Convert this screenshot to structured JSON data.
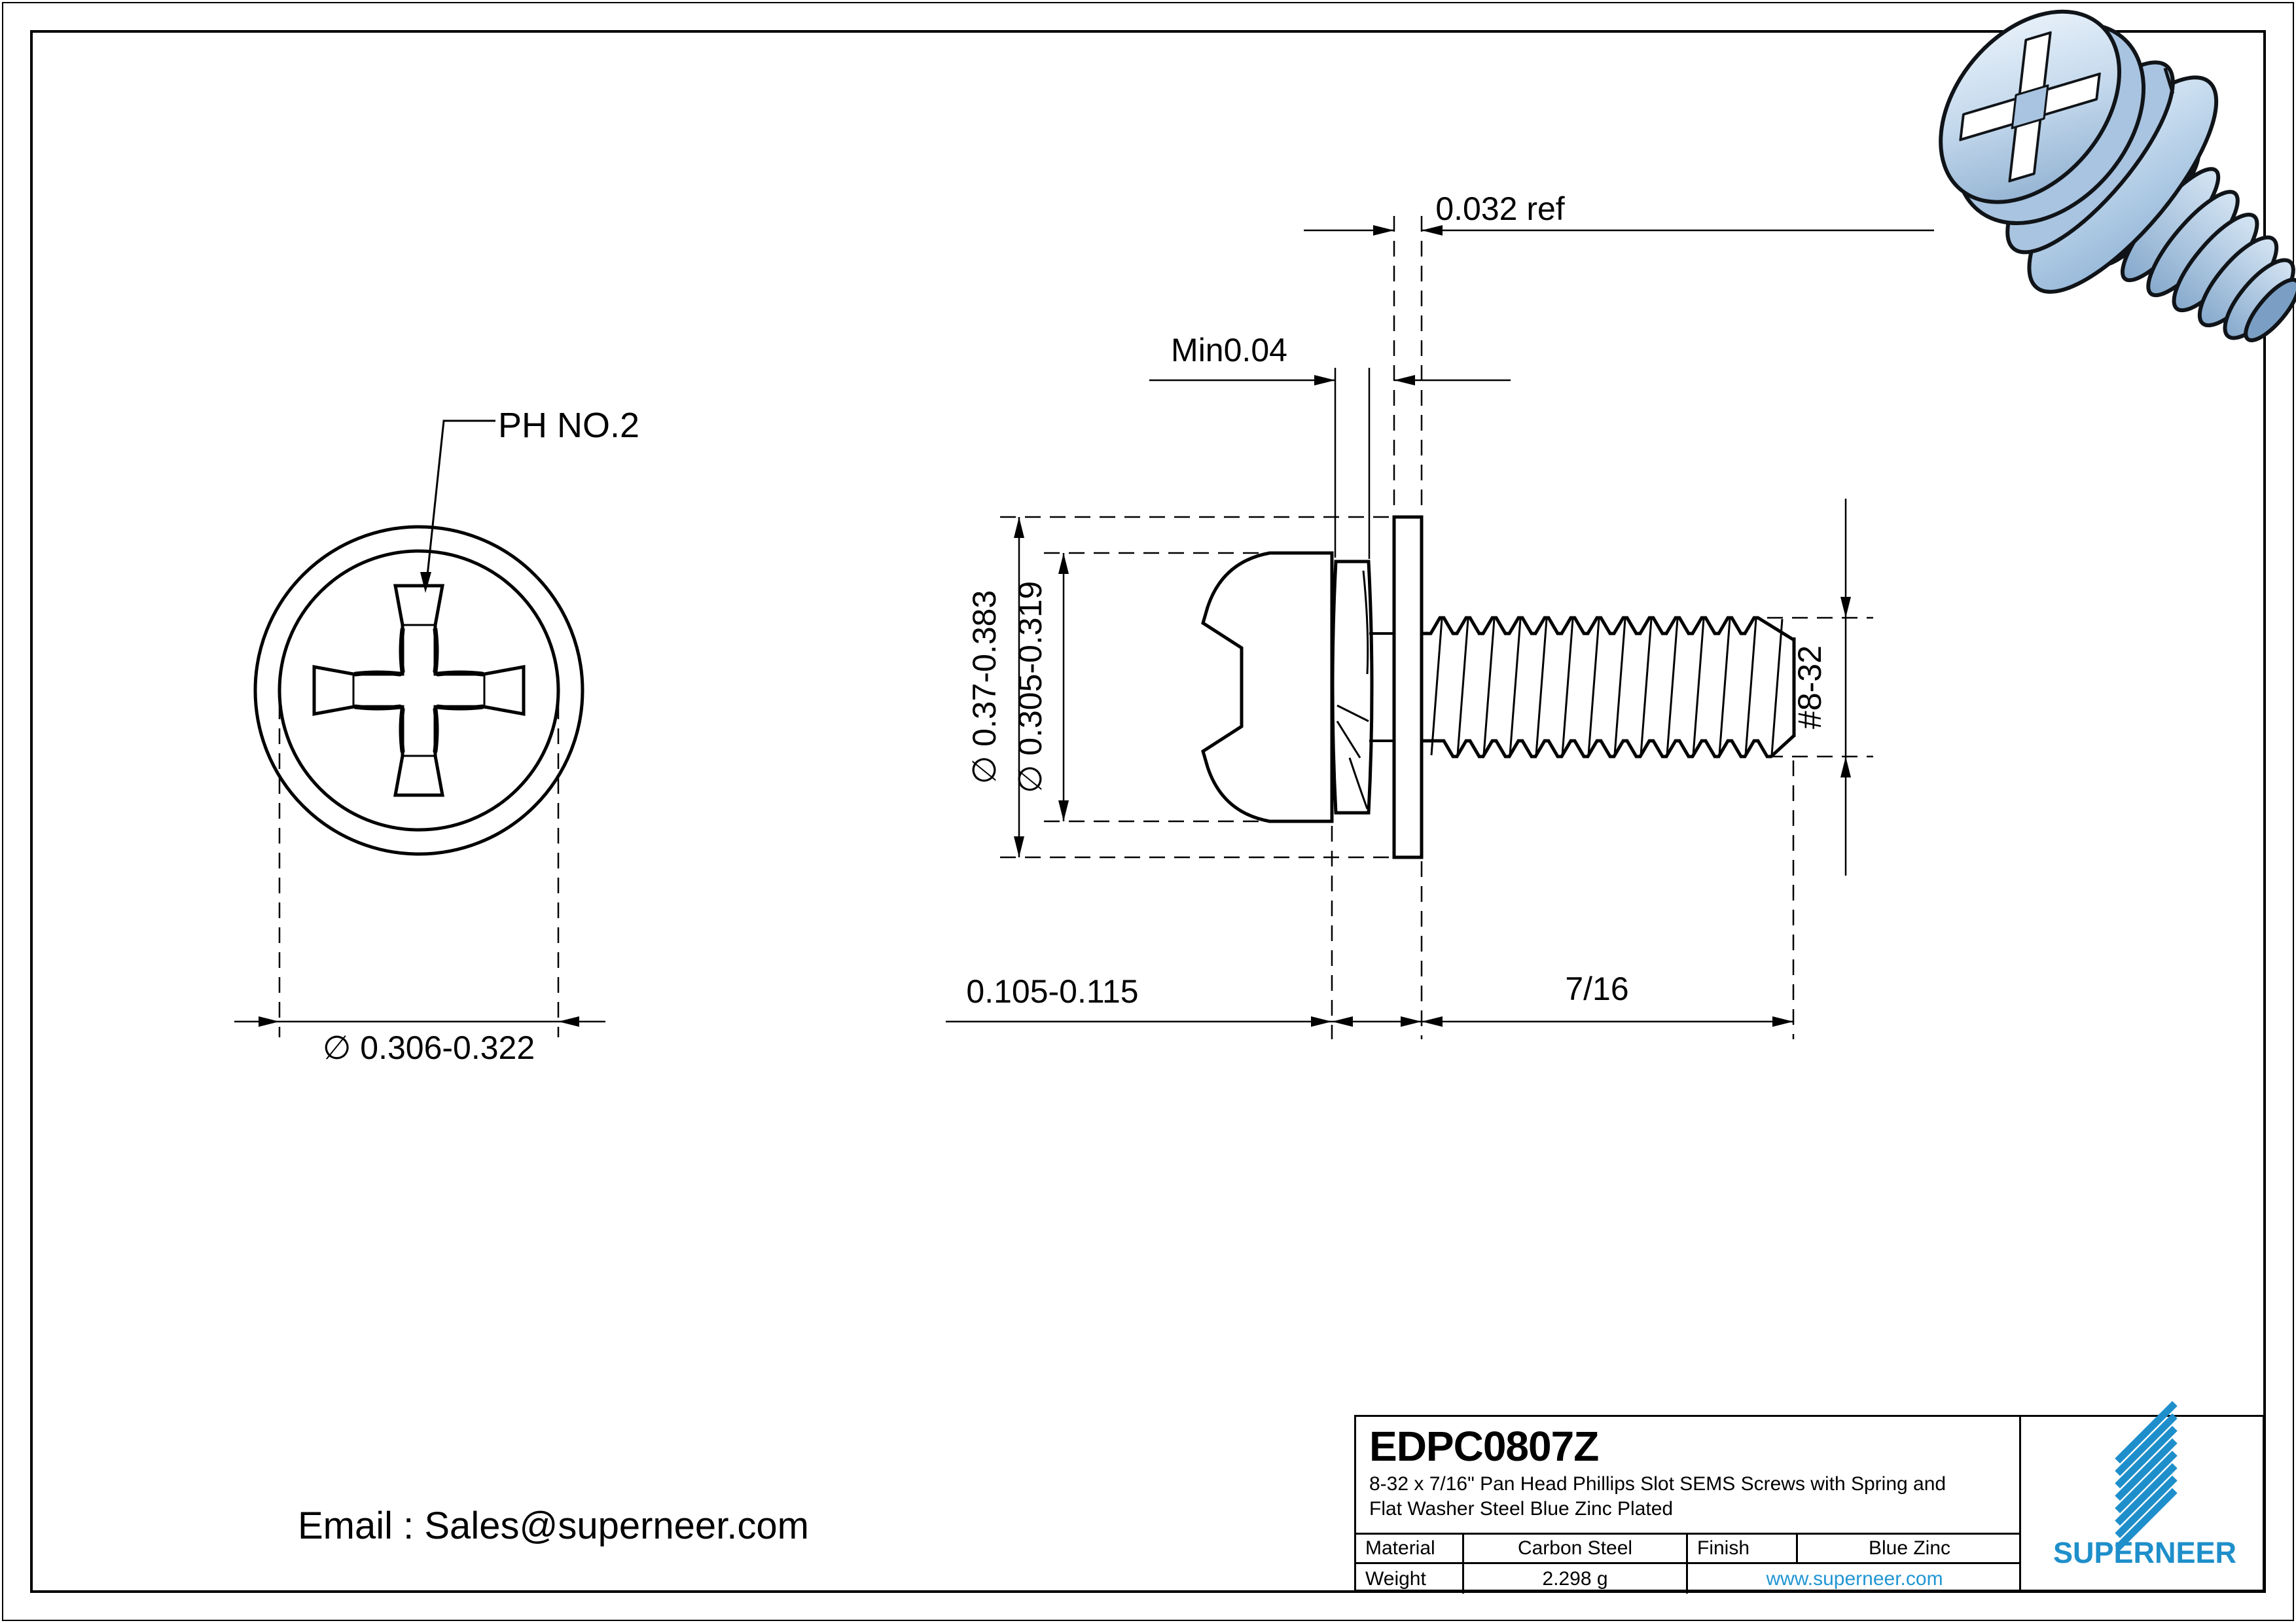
{
  "drawing": {
    "front_view": {
      "recess_label": "PH NO.2",
      "dim_head_bearing_diameter": "∅ 0.306-0.322"
    },
    "side_view": {
      "dim_flat_washer_thickness": "0.032 ref",
      "dim_spring_washer_min": "Min0.04",
      "dim_washer_od": "∅ 0.37-0.383",
      "dim_head_od": "∅ 0.305-0.319",
      "dim_thread_size": "#8-32",
      "dim_washer_stack": "0.105-0.115",
      "dim_thread_length": "7/16"
    }
  },
  "title_block": {
    "part_number": "EDPC0807Z",
    "description_line1": "8-32 x 7/16\" Pan Head Phillips Slot SEMS Screws with Spring and",
    "description_line2": "Flat Washer Steel Blue Zinc Plated",
    "material_label": "Material",
    "material_value": "Carbon Steel",
    "finish_label": "Finish",
    "finish_value": "Blue Zinc",
    "weight_label": "Weight",
    "weight_value": "2.298 g",
    "website": "www.superneer.com",
    "brand": "SUPERNEER"
  },
  "footer": {
    "email": "Email : Sales@superneer.com"
  },
  "colors": {
    "accent_blue": "#1e8fca",
    "link_blue": "#2196d3",
    "line": "#000000",
    "screw_light": "#e9f2fb",
    "screw_mid": "#a9c4e0",
    "screw_dark": "#7b9fc4"
  }
}
